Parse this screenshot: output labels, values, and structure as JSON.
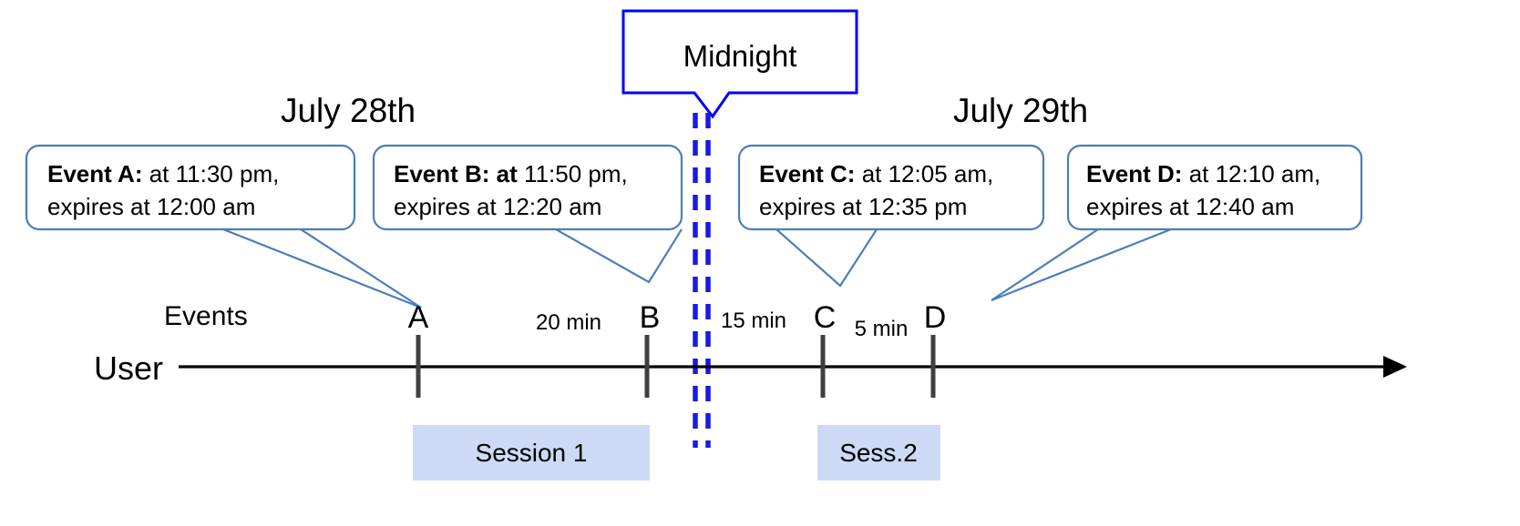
{
  "diagram": {
    "title": "Event expiry timeline across midnight",
    "dates": [
      {
        "id": "july-28",
        "label": "July 28th"
      },
      {
        "id": "july-29",
        "label": "July 29th"
      }
    ],
    "midnight": {
      "label": "Midnight",
      "border_color": "#0000ff",
      "line_color": "#1919e6",
      "line_style": "double-dashed"
    },
    "callouts": [
      {
        "id": "event-a",
        "strong": "Event A:",
        "line1_rest": " at 11:30 pm,",
        "line2": "expires at 12:00 am",
        "event_time": "11:30 pm",
        "expiry_time": "12:00 am",
        "points_to": "A"
      },
      {
        "id": "event-b",
        "strong": "Event B: at",
        "line1_rest": " 11:50 pm,",
        "line2": "expires at 12:20 am",
        "event_time": "11:50 pm",
        "expiry_time": "12:20 am",
        "points_to": "B"
      },
      {
        "id": "event-c",
        "strong": "Event C:",
        "line1_rest": " at 12:05 am,",
        "line2": "expires at 12:35 pm",
        "event_time": "12:05 am",
        "expiry_time": "12:35 pm",
        "points_to": "C"
      },
      {
        "id": "event-d",
        "strong": "Event D:",
        "line1_rest": "  at 12:10 am,",
        "line2": "expires at 12:40 am",
        "event_time": "12:10 am",
        "expiry_time": "12:40 am",
        "points_to": "D"
      }
    ],
    "lanes": {
      "events_label": "Events",
      "user_label": "User"
    },
    "markers": [
      {
        "id": "marker-a",
        "label": "A"
      },
      {
        "id": "marker-b",
        "label": "B"
      },
      {
        "id": "marker-c",
        "label": "C"
      },
      {
        "id": "marker-d",
        "label": "D"
      }
    ],
    "intervals": [
      {
        "id": "interval-ab",
        "label": "20 min",
        "from": "A",
        "to": "B"
      },
      {
        "id": "interval-bc",
        "label": "15 min",
        "from": "B",
        "to": "C"
      },
      {
        "id": "interval-cd",
        "label": "5 min",
        "from": "C",
        "to": "D"
      }
    ],
    "sessions": [
      {
        "id": "session-1",
        "label": "Session 1",
        "fill": "#ccdaf5"
      },
      {
        "id": "session-2",
        "label": "Sess.2",
        "fill": "#ccdaf5"
      }
    ]
  }
}
